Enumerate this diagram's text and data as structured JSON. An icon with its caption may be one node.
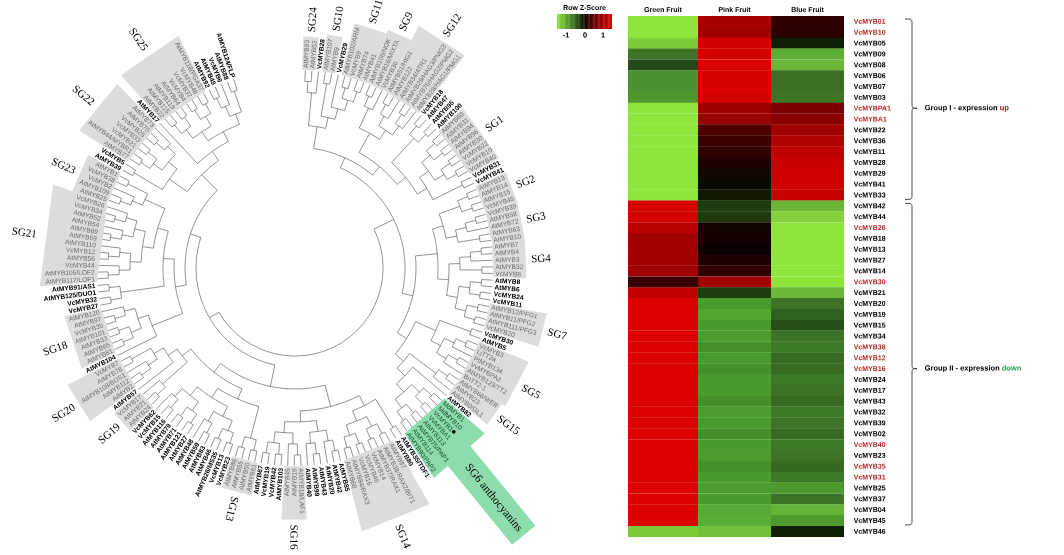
{
  "diagram": {
    "nodes": [
      {
        "text": [
          "AtMYB93",
          "AtMYB53"
        ],
        "beside": [
          "SG24"
        ]
      },
      {
        "text": [
          "AtMYB107",
          "AtMYB9"
        ],
        "beside": [
          "SG10"
        ]
      },
      {
        "text": [
          "AtMYB102/ARM",
          "VcMYB9",
          "AtMYB74",
          "AtMYB41"
        ],
        "beside": [
          "SG11"
        ]
      },
      {
        "text": [
          "AtMYB106/NOK",
          "AtMYB16/MIXTA",
          "VcMYB36"
        ],
        "beside": [
          "SG9"
        ]
      },
      {
        "text": [
          "AtMYB51/HIG1",
          "AtMYB122",
          "AtMYB34/ATR1",
          "AtMYB29/HAG3/PMG3",
          "AtMYB76/HAG2/PMG2",
          "AtMYB28/HAG1/PMG1"
        ],
        "beside": [
          "SG12"
        ]
      },
      {
        "text": [
          "AtMYB60",
          "AtMYB31",
          "AtMYB94",
          "AtMYB96",
          "AtMYB30",
          "VcMYB22",
          "VcMYB10",
          "VcMYB40"
        ],
        "beside": [
          "SG1"
        ]
      },
      {
        "text": [
          "AtMYB13",
          "AtMYB14",
          "AtMYB15",
          "VcMYB45"
        ],
        "beside": [
          "SG2"
        ]
      },
      {
        "text": [
          "VcMYB39",
          "AtMYB58",
          "AtMYB72",
          "AtMYB63",
          "AtMYB10"
        ],
        "beside": [
          "SG3"
        ]
      },
      {
        "text": [
          "AtMYB7",
          "AtMYB4",
          "AtMYB3",
          "AtMYB32",
          "VcMYB8"
        ],
        "beside": [
          "SG4"
        ]
      },
      {
        "text": [
          "VcMYB20",
          "AtMYB111/PFG3",
          "AtMYB11/PFG2",
          "AtMYB12/PFG1"
        ],
        "beside": [
          "SG7"
        ]
      },
      {
        "text": [
          "BnTT2-1",
          "AtMYB123/TT2",
          "VvMYBPA2",
          "PtMYB134",
          "LjTT2a",
          "VcMYB3"
        ],
        "beside": [
          "SG5"
        ]
      },
      {
        "text": [
          "AtMYB0/GL1",
          "AtMYB23",
          "AtMYB66/WER"
        ],
        "beside": [
          "SG15"
        ]
      },
      {
        "text": [
          "AtMYB90/PAP2",
          "AtMYB114",
          "AtMYB75/PAP1",
          "AtMYB113",
          "VvMYBA1",
          "VcMYB1",
          "MdMYB10",
          "MdMYB1",
          "SG6 anthocyanins"
        ]
      },
      {
        "text": [
          "AtMYB68",
          "AtMYB84/RAX3",
          "VcMYB16",
          "VcMYB46",
          "VcMYB14",
          "AtMYB37/RAX1",
          "AtMYB38/RAX2/BIT1",
          "AtMYB87"
        ],
        "beside": [
          "SG14"
        ]
      },
      {
        "text": [
          "AtMYB45",
          "AtMYB19",
          "AtMYB18/LAF1"
        ],
        "beside": [
          "SG16"
        ]
      },
      {
        "text": [
          "AtMYB86",
          "AtMYB55",
          "AtMYB50",
          "AtMYB61"
        ],
        "beside": [
          "SG13"
        ]
      },
      {
        "text": [
          "VcMYB17",
          "AtMYB21",
          "AtMYB24"
        ],
        "beside": [
          "SG19"
        ]
      },
      {
        "text": [
          "VcMYB7",
          "AtMYB78",
          "AtMYB108/BOS1",
          "AtMYB112",
          "AtMYB2"
        ],
        "beside": [
          "SG20"
        ]
      },
      {
        "text": [
          "AtMYB120",
          "AtMYB97",
          "VcMYB35",
          "AtMYB101",
          "AtMYB33",
          "AtMYB65",
          "AtMYB81"
        ],
        "beside": [
          "SG18"
        ]
      },
      {
        "text": [
          "AtMYB89",
          "AtMYB54",
          "AtMYB52",
          "VcMYB34",
          "VcMYB26",
          "AtMYB69",
          "AtMYB110",
          "VcMYB12",
          "AtMYB56",
          "VcMYB44",
          "AtMYB105/LOF2",
          "AtMYB117/LOF1"
        ],
        "beside": [
          "SG21"
        ]
      },
      {
        "text": [
          "AtMYB25",
          "AtMYB109",
          "VcMYB2",
          "VcMYB38",
          "AtMYB1"
        ],
        "beside": [
          "SG23"
        ]
      },
      {
        "text": [
          "AtMYB77",
          "AtMYB44/MYBR1",
          "VcMYB21",
          "VcMYB33",
          "VcMYB25",
          "AtMYB70",
          "AtMYB73"
        ],
        "beside": [
          "SG22"
        ]
      },
      {
        "text": [
          "AtMYB22",
          "AtMYB115",
          "AtMYB119",
          "AtMYB64",
          "VcMYB4",
          "VcMYB37",
          "VcMYB48",
          "AtMYB118/PGA37"
        ],
        "beside": [
          "SG25"
        ]
      }
    ],
    "labels": [
      "AtMYB92",
      "AtMYB49",
      "VcMYB6",
      "AtMYB88",
      "AtMYB124/FLP",
      "VcMYB28",
      "VcMYB29",
      "AtMYB17",
      "VcMYB18",
      "AtMYB47",
      "AtMYB95",
      "AtMYB100",
      "AtMYB39",
      "VcMYB5",
      "VcMYB31",
      "VcMYB41",
      "AtMYB8",
      "AtMYB91/AS1",
      "AtMYB6",
      "AtMYB125/DUO1",
      "VcMYB32",
      "VcMYB27",
      "VcMYB11",
      "VcMYB24",
      "AtMYB5",
      "VcMYB30",
      "AtMYB104",
      "AtMYB57",
      "AtMYB82",
      "VcMYB62",
      "VcMYB15",
      "AtMYB116",
      "AtMYB79",
      "AtMYB71",
      "AtMYB121",
      "AtMYB27",
      "AtMYB48",
      "AtMYB59",
      "AtMYB83",
      "AtMYB46",
      "AtMYB26/MS35",
      "VcMYB13",
      "VcMYB23",
      "AtMYB67",
      "VcMYB19",
      "VcMYB42",
      "AtMYB103",
      "AtMYB40",
      "AtMYB99",
      "AtMYB43",
      "AtMYB20",
      "AtMYB42",
      "AtMYB85",
      "AtMYB80",
      "AtMYB35/TDF1",
      "Row Z-Score",
      "Green Fruit",
      "Pink Fruit",
      "Blue Fruit",
      "VcMYB01",
      "-1",
      "0",
      "1",
      "VcMYB10",
      "VcMYB05",
      "VcMYB09",
      "VcMYB08",
      "VcMYB06",
      "VcMYB07",
      "VcMYB03",
      "VcMYBPA1",
      "Group I - expression",
      "up",
      "VcMYBA1",
      "VcMYB22",
      "VcMYB36",
      "VcMYB11",
      "VcMYB28",
      "VcMYB29",
      "VcMYB41",
      "VcMYB33",
      "VcMYB42",
      "VcMYB44",
      "VcMYB26",
      "VcMYB18",
      "VcMYB13",
      "VcMYB27",
      "VcMYB14",
      "VcMYB30",
      "VcMYB21",
      "VcMYB20",
      "VcMYB19",
      "VcMYB15",
      "VcMYB34",
      "VcMYB38",
      "VcMYB12",
      "VcMYB16",
      "Group II - expression",
      "down",
      "VcMYB24",
      "VcMYB17",
      "VcMYB43",
      "VcMYB32",
      "VcMYB39",
      "VcMYB02",
      "VcMYB40",
      "VcMYB23",
      "VcMYB35",
      "VcMYB31",
      "VcMYB25",
      "VcMYB37",
      "VcMYB04",
      "VcMYB45",
      "VcMYB46"
    ]
  }
}
